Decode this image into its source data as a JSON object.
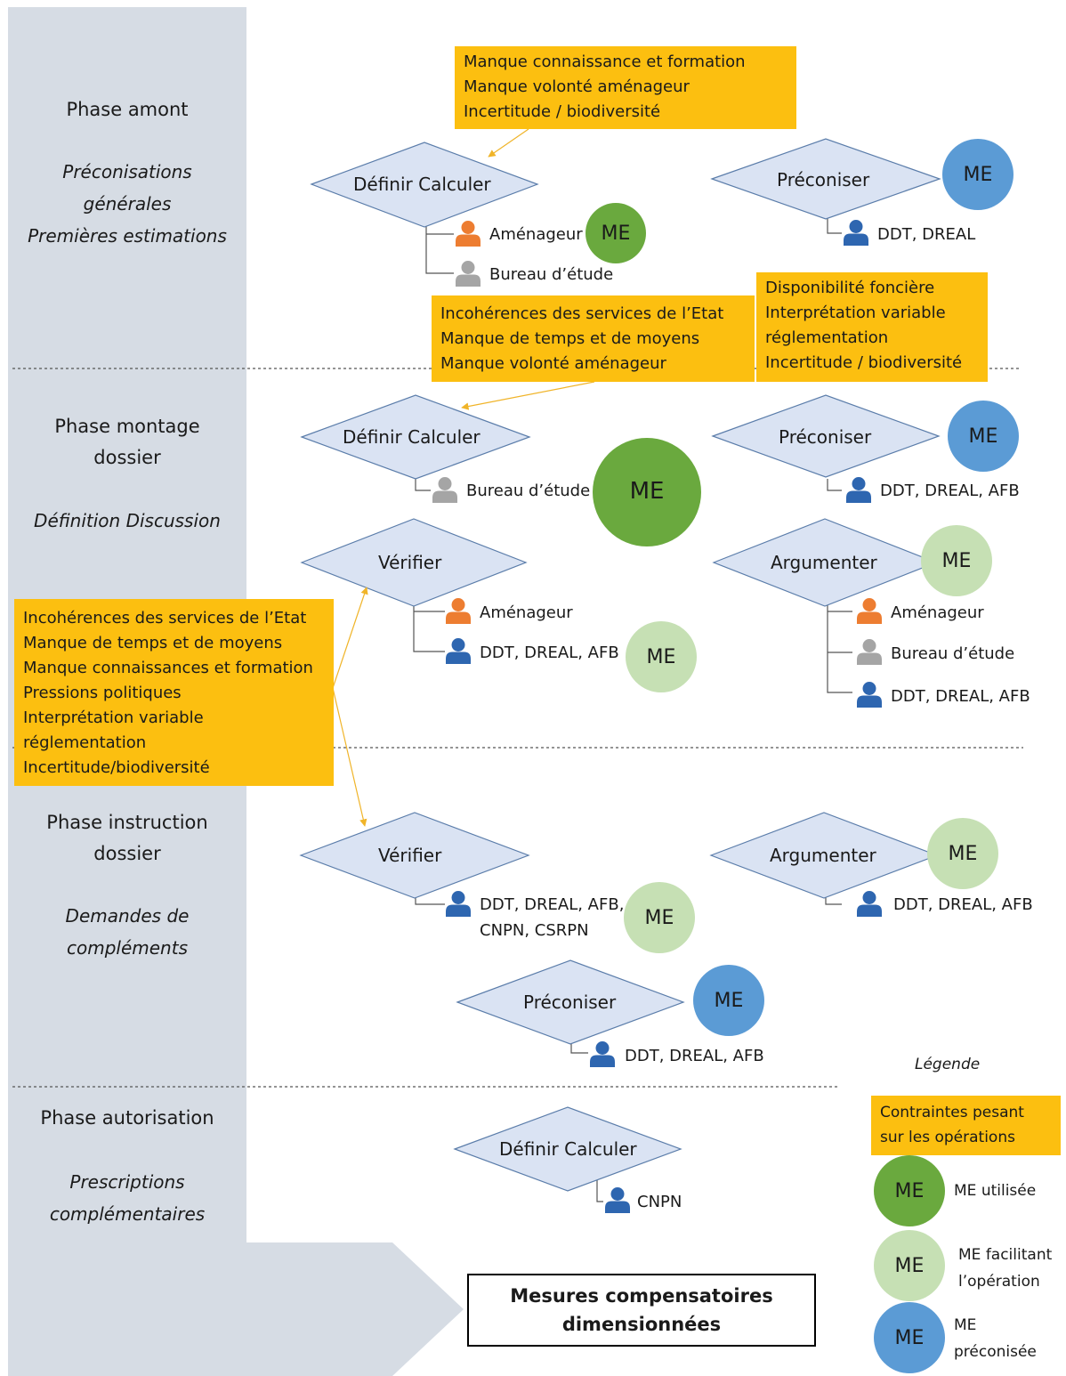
{
  "phases": [
    {
      "title": [
        "Phase amont"
      ],
      "subtitle": [
        "Préconisations",
        "générales",
        "Premières estimations"
      ]
    },
    {
      "title": [
        "Phase montage",
        "dossier"
      ],
      "subtitle": [
        "Définition Discussion"
      ]
    },
    {
      "title": [
        "Phase instruction",
        "dossier"
      ],
      "subtitle": [
        "Demandes de",
        "compléments"
      ]
    },
    {
      "title": [
        "Phase autorisation"
      ],
      "subtitle": [
        "Prescriptions",
        "complémentaires"
      ]
    }
  ],
  "operations": {
    "definir_calculer": "Définir Calculer",
    "preconiser": "Préconiser",
    "verifier": "Vérifier",
    "argumenter": "Argumenter"
  },
  "actors": {
    "amenageur": "Aménageur",
    "bureau_etude": "Bureau d’étude",
    "ddt_dreal": "DDT, DREAL",
    "ddt_dreal_afb": "DDT, DREAL, AFB",
    "ddt_dreal_afb_comma": "DDT, DREAL, AFB,",
    "cnpn_csrpn": "CNPN, CSRPN",
    "cnpn": "CNPN"
  },
  "me_label": "ME",
  "constraints": {
    "amont": [
      "Manque connaissance et formation",
      "Manque volonté aménageur",
      "Incertitude / biodiversité"
    ],
    "montage_left": [
      "Incohérences des services de l’Etat",
      "Manque de temps et de moyens",
      "Manque volonté aménageur"
    ],
    "montage_right": [
      "Disponibilité foncière",
      "Interprétation variable",
      "réglementation",
      "Incertitude / biodiversité"
    ],
    "verifier": [
      "Incohérences des services de l’Etat",
      "Manque de temps et de moyens",
      "Manque connaissances et formation",
      "Pressions politiques",
      "Interprétation variable",
      "réglementation",
      "Incertitude/biodiversité"
    ]
  },
  "final_result": [
    "Mesures compensatoires",
    "dimensionnées"
  ],
  "legend": {
    "title": "Légende",
    "constraints": [
      "Contraintes pesant",
      "sur les opérations"
    ],
    "used": "ME utilisée",
    "facilitating": [
      "ME facilitant",
      "l’opération"
    ],
    "recommended": [
      "ME",
      "préconisée"
    ]
  },
  "colors": {
    "panel": "#d6dce4",
    "diamond_fill": "#dae3f3",
    "diamond_stroke": "#5b7daa",
    "constraint": "#fcbf10",
    "me_used": "#6aa93e",
    "me_facilitating": "#c6e0b4",
    "me_recommended": "#5b9bd5",
    "person_orange": "#ed7d31",
    "person_gray": "#a5a5a5",
    "person_blue": "#2e66b0"
  }
}
